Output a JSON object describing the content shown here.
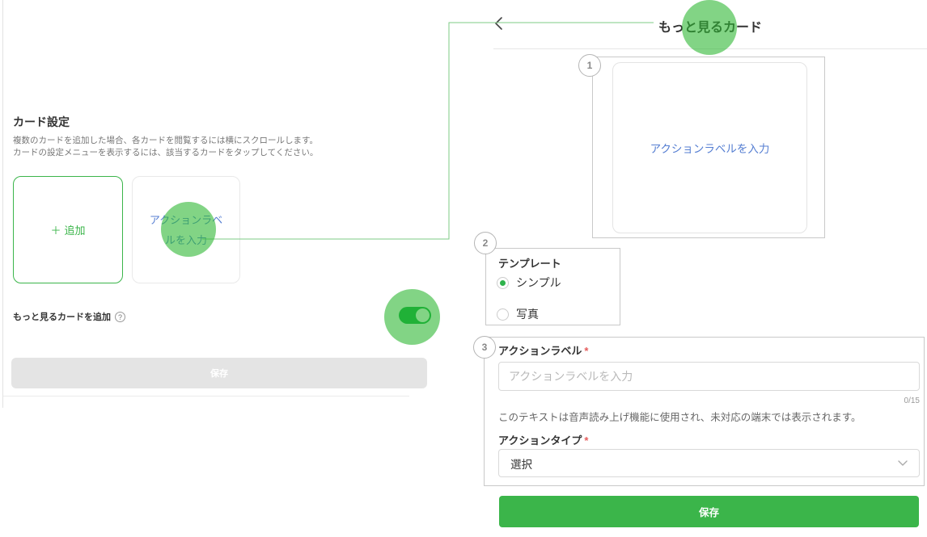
{
  "colors": {
    "brand_green": "#3bb54a",
    "toggle_green": "#0aa83e",
    "highlight_green": "rgba(47,184,52,0.6)",
    "connector_green": "#7ecb85",
    "link_blue": "#557ed2",
    "required_red": "#e55c5c",
    "disabled_gray": "#e4e4e4"
  },
  "left_panel": {
    "title": "カード設定",
    "description_lines": [
      "複数のカードを追加した場合、各カードを閲覧するには横にスクロールします。",
      "カードの設定メニューを表示するには、該当するカードをタップしてください。"
    ],
    "add_card": {
      "plus": "＋",
      "label": "追加"
    },
    "preview_card_label": "アクションラベルを入力",
    "more_card_row": {
      "label": "もっと見るカードを追加",
      "help_icon": "?",
      "toggle_on": true
    },
    "save_button": "保存"
  },
  "detail_panel": {
    "title": "もっと見るカード",
    "annotations": [
      "1",
      "2",
      "3"
    ],
    "preview": {
      "action_label": "アクションラベルを入力"
    },
    "template_section": {
      "label": "テンプレート",
      "options": [
        {
          "label": "シンプル",
          "selected": true
        },
        {
          "label": "写真",
          "selected": false
        }
      ]
    },
    "action_section": {
      "label": "アクションラベル",
      "required": "*",
      "placeholder": "アクションラベルを入力",
      "counter": "0/15",
      "help_text": "このテキストは音声読み上げ機能に使用され、未対応の端末では表示されます。",
      "type_label": "アクションタイプ",
      "type_required": "*",
      "type_value": "選択"
    },
    "save_button": "保存"
  }
}
